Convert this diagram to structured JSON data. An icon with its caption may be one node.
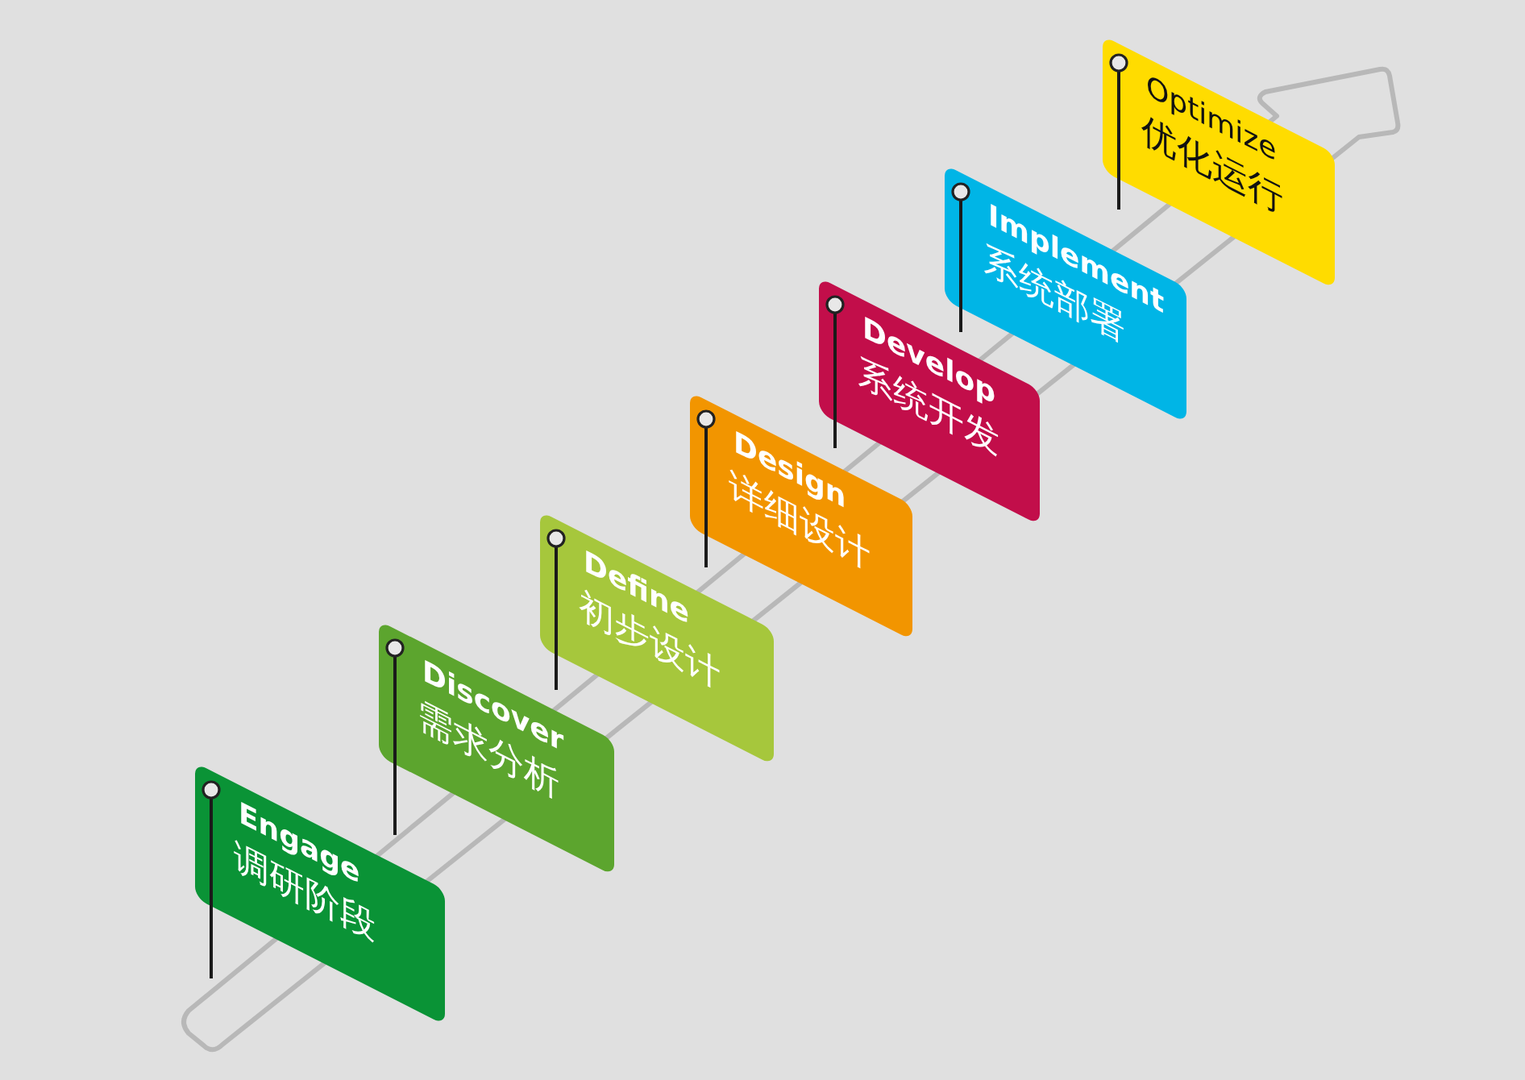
{
  "diagram": {
    "nodes": [
      {
        "text": [
          "Engage",
          "调研阶段"
        ]
      },
      {
        "text": [
          "Discover",
          "需求分析"
        ]
      },
      {
        "text": [
          "Define",
          "初步设计"
        ]
      },
      {
        "text": [
          "Design",
          "详细设计"
        ]
      },
      {
        "text": [
          "Develop",
          "系统开发"
        ]
      },
      {
        "text": [
          "Implement",
          "系统部署"
        ]
      },
      {
        "text": [
          "Optimize",
          "优化运行"
        ]
      }
    ]
  }
}
